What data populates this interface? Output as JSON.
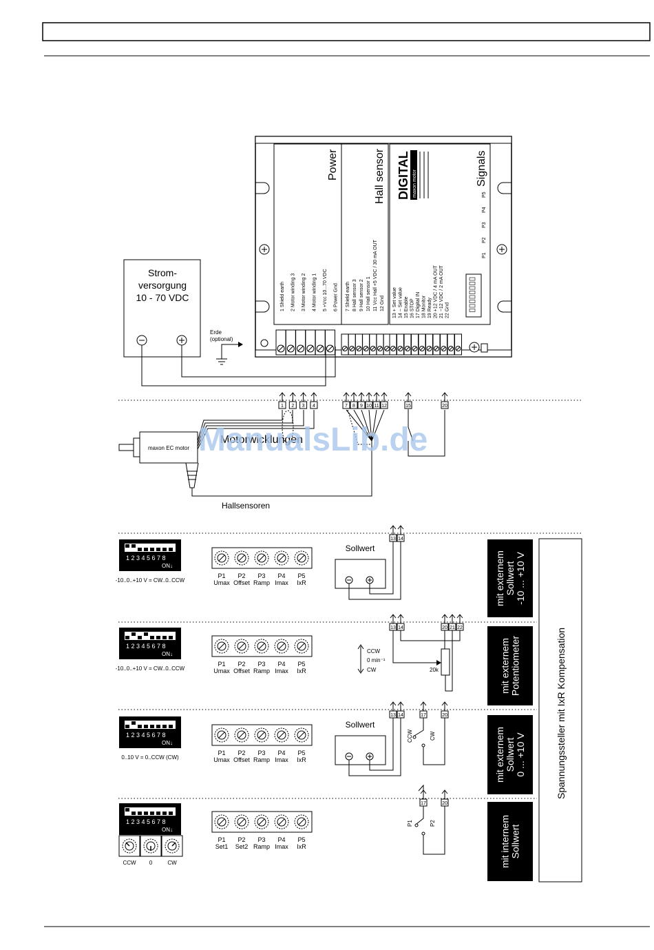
{
  "controller": {
    "power_title": "Power",
    "hall_title": "Hall sensor",
    "signals_title": "Signals",
    "logo": "DIGITAL",
    "brand": "maxon motor",
    "power_pins": [
      "1 Shield earth",
      "2 Motor winding 3",
      "3 Motor winding 2",
      "4 Motor winding 1",
      "5 +Vcc 10...70 VDC",
      "6 Power Gnd"
    ],
    "hall_pins": [
      "7 Shield earth",
      "8 Hall sensor 3",
      "9 Hall sensor 2",
      "10 Hall sensor 1",
      "11 Vcc Hall +5 VDC / 30 mA OUT",
      "12 Gnd"
    ],
    "signal_pins": [
      "13 + Set value",
      "14 − Set value",
      "15 Enable",
      "16 STOP",
      "17 Digital IN",
      "18 Monitor",
      "19 Ready",
      "20 +12 VDC / 4 mA OUT",
      "21 −12 VDC / 2 mA OUT",
      "22 Gnd"
    ],
    "pots": [
      "P1",
      "P2",
      "P3",
      "P4",
      "P5"
    ]
  },
  "supply": {
    "line1": "Strom-",
    "line2": "versorgung",
    "line3": "10 - 70 VDC",
    "minus": "−",
    "plus": "+"
  },
  "earth": {
    "line1": "Erde",
    "line2": "(optional)"
  },
  "motor": {
    "label": "maxon EC motor",
    "windings": "Motorwicklungen",
    "hall": "Hallsensoren"
  },
  "terminals": {
    "power": [
      "1",
      "2",
      "3",
      "4"
    ],
    "hall": [
      "7",
      "8",
      "9",
      "10",
      "11",
      "12"
    ],
    "enable": "15",
    "supply": "20"
  },
  "pot_labels": [
    {
      "name": "P1",
      "sub": "Umax"
    },
    {
      "name": "P2",
      "sub": "Offset"
    },
    {
      "name": "P3",
      "sub": "Ramp"
    },
    {
      "name": "P4",
      "sub": "Imax"
    },
    {
      "name": "P5",
      "sub": "IxR"
    }
  ],
  "pot_labels_internal": [
    {
      "name": "P1",
      "sub": "Set1"
    },
    {
      "name": "P2",
      "sub": "Set2"
    },
    {
      "name": "P3",
      "sub": "Ramp"
    },
    {
      "name": "P4",
      "sub": "Imax"
    },
    {
      "name": "P5",
      "sub": "IxR"
    }
  ],
  "dip": {
    "numbers": "1 2 3 4 5 6 7 8",
    "on": "ON"
  },
  "modes": [
    {
      "caption": "-10..0..+10 V = CW..0..CCW",
      "label1": "mit externem",
      "label2": "Sollwert",
      "label3": "-10 ... +10 V",
      "sollwert": "Sollwert",
      "terms": [
        "13",
        "14"
      ]
    },
    {
      "caption": "-10..0..+10 V = CW..0..CCW",
      "label1": "mit externem",
      "label2": "Potentiometer",
      "terms": [
        "13",
        "14",
        "20",
        "21",
        "22"
      ],
      "ccw": "CCW",
      "zero": "0 min⁻¹",
      "cw": "CW",
      "r": "20k"
    },
    {
      "caption": "0..10 V = 0..CCW (CW)",
      "label1": "mit externem",
      "label2": "Sollwert",
      "label3": "0 ... +10 V",
      "sollwert": "Sollwert",
      "terms": [
        "13",
        "14",
        "17",
        "20"
      ],
      "sw1": "CCW",
      "sw2": "CW"
    },
    {
      "caption": "",
      "label1": "mit internem",
      "label2": "Sollwert",
      "terms": [
        "17",
        "20"
      ],
      "sw1": "P1",
      "sw2": "P2",
      "knobs": [
        "CCW",
        "0",
        "CW"
      ]
    }
  ],
  "side_label": "Spannungssteller mit IxR Kompensation",
  "watermark": "ManualsLib.de"
}
